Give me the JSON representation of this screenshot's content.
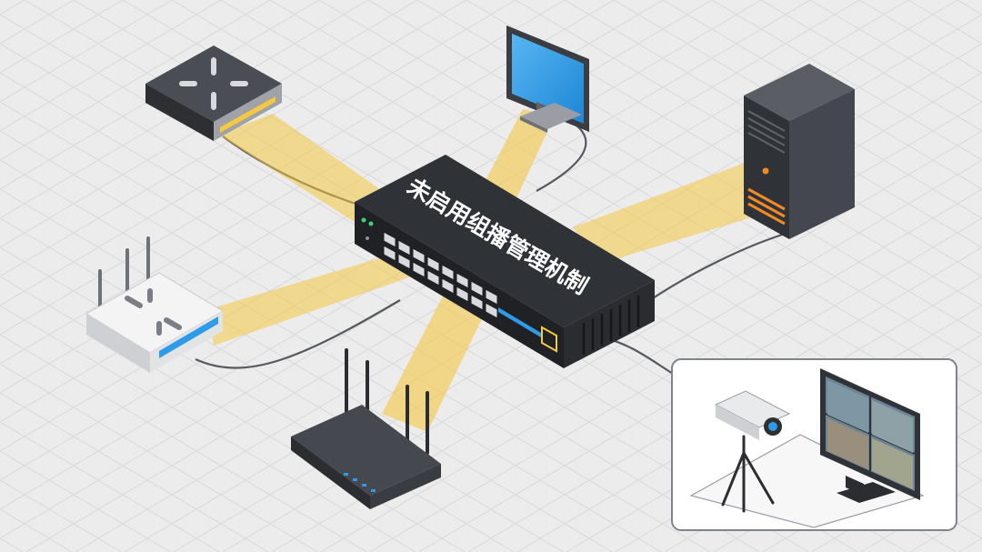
{
  "diagram": {
    "switch_label": "未启用组播管理机制",
    "devices": [
      {
        "id": "core-switch",
        "icon": "network-switch-icon"
      },
      {
        "id": "router",
        "icon": "router-icon"
      },
      {
        "id": "monitor",
        "icon": "desktop-monitor-icon"
      },
      {
        "id": "server",
        "icon": "server-tower-icon"
      },
      {
        "id": "wireless-router-white",
        "icon": "wifi-router-icon"
      },
      {
        "id": "wireless-router-black",
        "icon": "wifi-router-icon"
      },
      {
        "id": "surveillance",
        "icon": "cctv-camera-icon"
      }
    ],
    "colors": {
      "beam": "#f5c842",
      "device_dark": "#3a3d42",
      "screen_blue": "#2d9be8",
      "port_orange": "#f08a24",
      "background": "#ececed"
    }
  }
}
